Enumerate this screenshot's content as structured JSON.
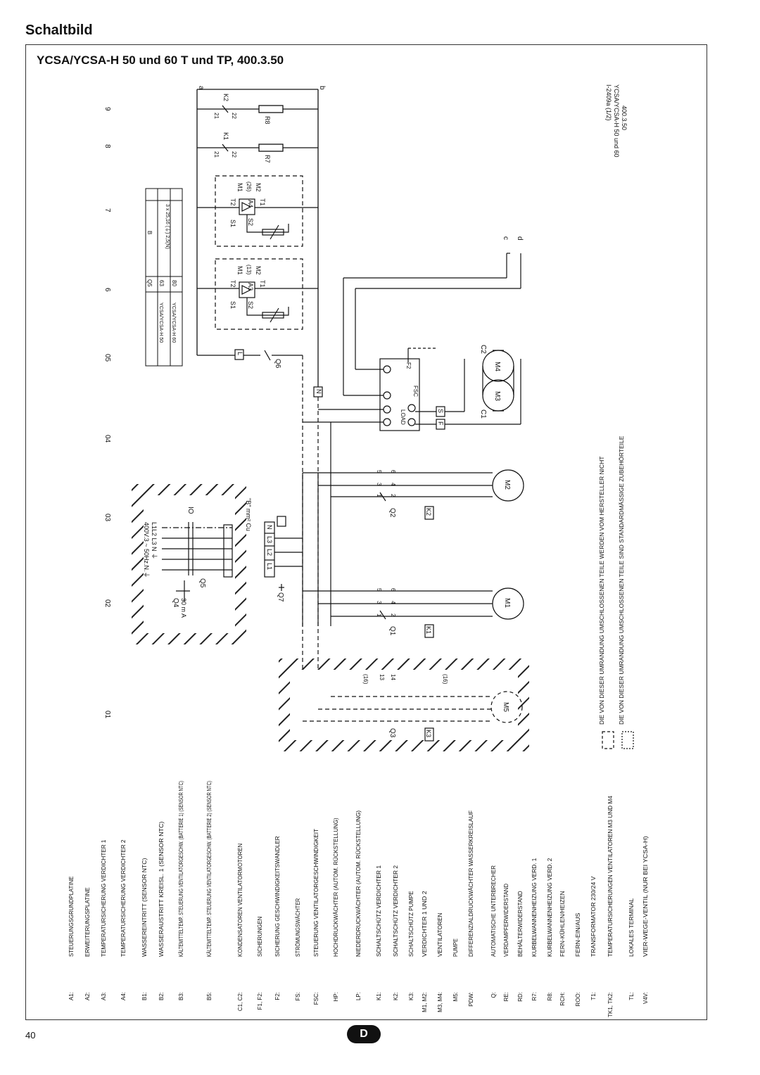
{
  "page": {
    "title": "Schaltbild",
    "subtitle": "YCSA/YCSA-H 50 und 60 T und TP, 400.3.50",
    "page_number": "40",
    "lang_badge": "D"
  },
  "diagram": {
    "column_numbers": [
      "9",
      "8",
      "7",
      "6",
      "05",
      "04",
      "03",
      "02",
      "01"
    ],
    "terminal_a": "a",
    "terminal_b": "b",
    "terminal_c": "c",
    "terminal_d": "d",
    "drawing_ref": [
      "I-2409a (1/2)",
      "YCSA/YCSA-H 50 und 60",
      "400.3.50"
    ],
    "fuse_table": {
      "col_q5": "Q5",
      "col_b": "B",
      "rows": [
        {
          "model": "YCSA/YCSA-H 50",
          "q5": "63",
          "b": "3 x 25,16 (⏚) 2,5(N)"
        },
        {
          "model": "YCSA/YCSA-H 60",
          "q5": "80",
          "b": ""
        }
      ]
    },
    "components": {
      "K2": "K2",
      "K1": "K1",
      "R8": "R8",
      "R7": "R7",
      "n21": "21",
      "n22": "22",
      "M1": "M1",
      "M2": "M2",
      "M3": "M3",
      "M4": "M4",
      "M5": "M5",
      "T1": "T1",
      "T2": "T2",
      "S1": "S1",
      "S2": "S2",
      "A3": "A3",
      "A4": "A4",
      "n13": "(13)",
      "n26": "(26)",
      "n16": "(16)",
      "Q1": "Q1",
      "Q2": "Q2",
      "Q3": "Q3",
      "Q4": "Q4",
      "Q5": "Q5",
      "Q6": "Q6",
      "Q7": "Q7",
      "K3": "K3",
      "C1": "C1",
      "C2": "C2",
      "F2": "F2",
      "FSC": "FSC",
      "LOAD": "LOAD",
      "L": "L",
      "N": "N",
      "F": "F",
      "S": "S",
      "IO": "IO",
      "supply": "400V.3 ~ 50Hz.N.⏚",
      "supply_lines": "L1L2 L3 N ⏚",
      "current_30mA": "30 m A",
      "cable": "\"B\" mm² Cu",
      "L1": "L1",
      "L2": "L2",
      "L3": "L3",
      "pin1": "1",
      "pin2": "2",
      "pin3": "3",
      "pin4": "4",
      "pin5": "5",
      "pin6": "6",
      "pin13": "13",
      "pin14": "14"
    },
    "boundary_notes": [
      "DIE VON DIESER UMRANDUNG UMSCHLOSSENEN TEILE WERDEN VOM HERSTELLER NICHT",
      "DIE VON DIESER UMRANDUNG UMSCHLOSSENEN TEILE SIND STANDARDMÄSSIGE ZUBEHÖRTEILE"
    ]
  },
  "legend": [
    {
      "code": "A1:",
      "text": "STEUERUNGSGRUNDPLATINE"
    },
    {
      "code": "A2:",
      "text": "ERWEITERUNGSPLATINE"
    },
    {
      "code": "A3:",
      "text": "TEMPERATURSICHERUNG VERDICHTER 1"
    },
    {
      "code": "A4:",
      "text": "TEMPERATURSICHERUNG VERDICHTER 2"
    },
    {
      "code": "B1:",
      "text": "WASSEREINTRITT (SENSOR NTC)"
    },
    {
      "code": "B2:",
      "text": "WASSERAUSTRITT KREISL. 1 (SENSOR NTC)"
    },
    {
      "code": "B3:",
      "text": "KÄLTEMITTELTEMP. STEUERUNG VENTILATORGESCHW. (BATTERIE 1) (SENSOR NTC)"
    },
    {
      "code": "B5:",
      "text": "KÄLTEMITTELTEMP. STEUERUNG VENTILATORGESCHW. (BATTERIE 2) (SENSOR NTC)"
    },
    {
      "code": "C1, C2:",
      "text": "KONDENSATOREN VENTILATORMOTOREN"
    },
    {
      "code": "F1, F2:",
      "text": "SICHERUNGEN"
    },
    {
      "code": "F2:",
      "text": "SICHERUNG GESCHWINDIGKEITSWANDLER"
    },
    {
      "code": "FS:",
      "text": "STRÖMUNGSWÄCHTER"
    },
    {
      "code": "FSC:",
      "text": "STEUERUNG VENTILATORGESCHWINDIGKEIT"
    },
    {
      "code": "HP:",
      "text": "HOCHDRUCKWÄCHTER (AUTOM. RÜCKSTELLUNG)"
    },
    {
      "code": "LP:",
      "text": "NIEDERDRUCKWÄCHTER (AUTOM. RÜCKSTELLUNG)"
    },
    {
      "code": "K1:",
      "text": "SCHALTSCHÜTZ VERDICHTER 1"
    },
    {
      "code": "K2:",
      "text": "SCHALTSCHÜTZ VERDICHTER 2"
    },
    {
      "code": "K3:",
      "text": "SCHALTSCHÜTZ PUMPE"
    },
    {
      "code": "M1, M2:",
      "text": "VERDICHTER 1 UND 2"
    },
    {
      "code": "M3, M4:",
      "text": "VENTILATOREN"
    },
    {
      "code": "M5:",
      "text": "PUMPE"
    },
    {
      "code": "PDW:",
      "text": "DIFFERENZIALDRUCKWÄCHTER WASSERKREISLAUF"
    },
    {
      "code": "Q:",
      "text": "AUTOMATISCHE UNTERBRECHER"
    },
    {
      "code": "RE:",
      "text": "VERDAMPFERWIDERSTAND"
    },
    {
      "code": "RD:",
      "text": "BEHÄLTERWIDERSTAND"
    },
    {
      "code": "R7:",
      "text": "KURBELWANNENHEIZUNG VERD. 1"
    },
    {
      "code": "R8:",
      "text": "KURBELWANNENHEIZUNG VERD. 2"
    },
    {
      "code": "RCH:",
      "text": "FERN-KÜHLEN/HEIZEN"
    },
    {
      "code": "ROO:",
      "text": "FERN-EIN/AUS"
    },
    {
      "code": "T1:",
      "text": "TRANSFORMATOR 230/24 V"
    },
    {
      "code": "TK1, TK2:",
      "text": "TEMPERATURSICHERUNGEN VENTILATOREN M3 UND M4"
    },
    {
      "code": "TL:",
      "text": "LOKALES TERMINAL"
    },
    {
      "code": "V4V:",
      "text": "VIER-WEGE-VENTIL (NUR BEI YCSA-H)"
    }
  ]
}
